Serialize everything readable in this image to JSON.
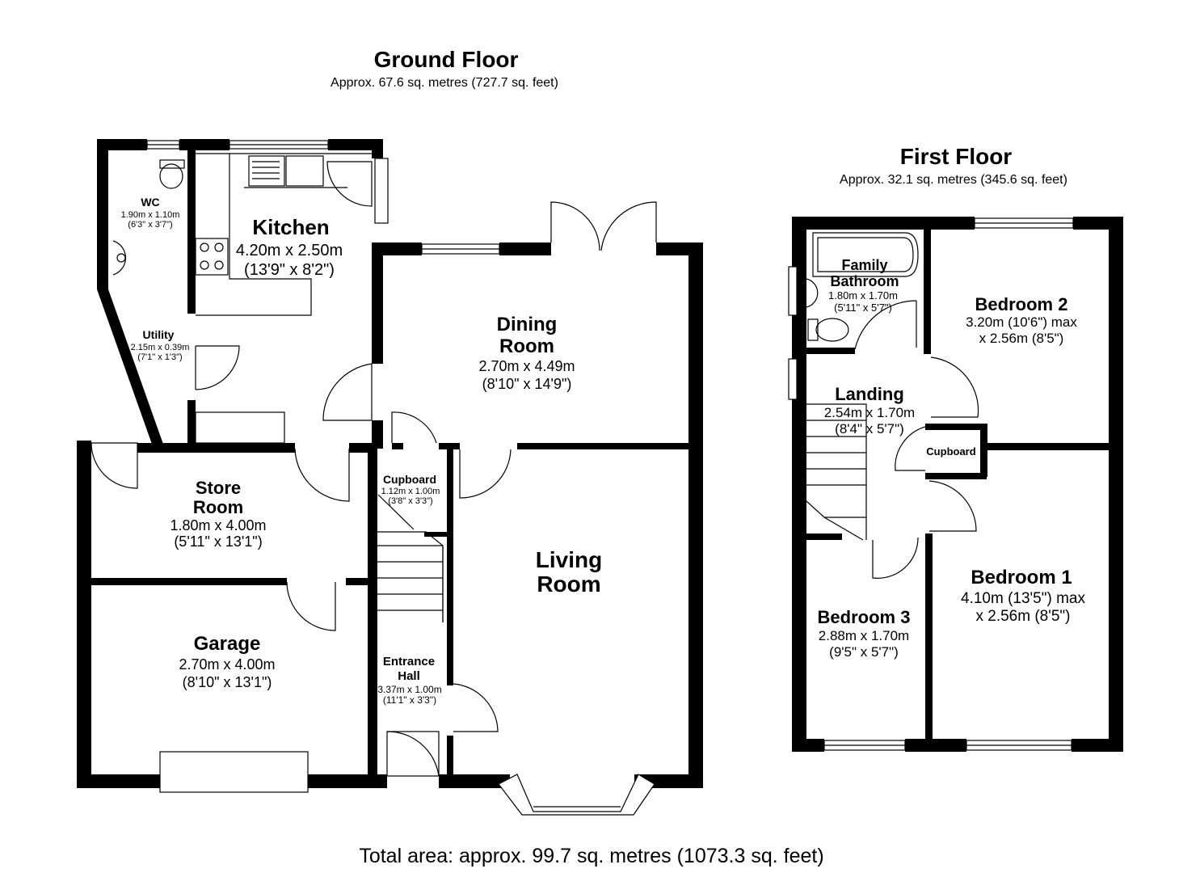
{
  "ground_floor": {
    "title": "Ground Floor",
    "area": "Approx. 67.6 sq. metres (727.7 sq. feet)"
  },
  "first_floor": {
    "title": "First Floor",
    "area": "Approx. 32.1 sq. metres (345.6 sq. feet)"
  },
  "total_area": "Total area: approx. 99.7 sq. metres (1073.3 sq. feet)",
  "rooms": {
    "wc": {
      "name": "WC",
      "dim_metric": "1.90m x 1.10m",
      "dim_imperial": "(6'3\" x 3'7\")"
    },
    "kitchen": {
      "name": "Kitchen",
      "dim_metric": "4.20m x 2.50m",
      "dim_imperial": "(13'9\" x 8'2\")"
    },
    "utility": {
      "name": "Utility",
      "dim_metric": "2.15m x 0.39m",
      "dim_imperial": "(7'1\" x 1'3\")"
    },
    "dining": {
      "name_line1": "Dining",
      "name_line2": "Room",
      "dim_metric": "2.70m x 4.49m",
      "dim_imperial": "(8'10\" x 14'9\")"
    },
    "store": {
      "name_line1": "Store",
      "name_line2": "Room",
      "dim_metric": "1.80m x 4.00m",
      "dim_imperial": "(5'11\" x 13'1\")"
    },
    "cupboard_ground": {
      "name": "Cupboard",
      "dim_metric": "1.12m x 1.00m",
      "dim_imperial": "(3'8\" x 3'3\")"
    },
    "living": {
      "name_line1": "Living",
      "name_line2": "Room"
    },
    "garage": {
      "name": "Garage",
      "dim_metric": "2.70m x 4.00m",
      "dim_imperial": "(8'10\" x 13'1\")"
    },
    "entrance": {
      "name_line1": "Entrance",
      "name_line2": "Hall",
      "dim_metric": "3.37m x 1.00m",
      "dim_imperial": "(11'1\" x 3'3\")"
    },
    "bathroom": {
      "name_line1": "Family",
      "name_line2": "Bathroom",
      "dim_metric": "1.80m x 1.70m",
      "dim_imperial": "(5'11\" x 5'7\")"
    },
    "bedroom2": {
      "name": "Bedroom 2",
      "dim_line1": "3.20m (10'6\") max",
      "dim_line2": "x 2.56m (8'5\")"
    },
    "landing": {
      "name": "Landing",
      "dim_metric": "2.54m x 1.70m",
      "dim_imperial": "(8'4\" x 5'7\")"
    },
    "cupboard_first": {
      "name": "Cupboard"
    },
    "bedroom1": {
      "name": "Bedroom 1",
      "dim_line1": "4.10m (13'5\") max",
      "dim_line2": "x 2.56m (8'5\")"
    },
    "bedroom3": {
      "name": "Bedroom 3",
      "dim_metric": "2.88m x 1.70m",
      "dim_imperial": "(9'5\" x 5'7\")"
    }
  }
}
